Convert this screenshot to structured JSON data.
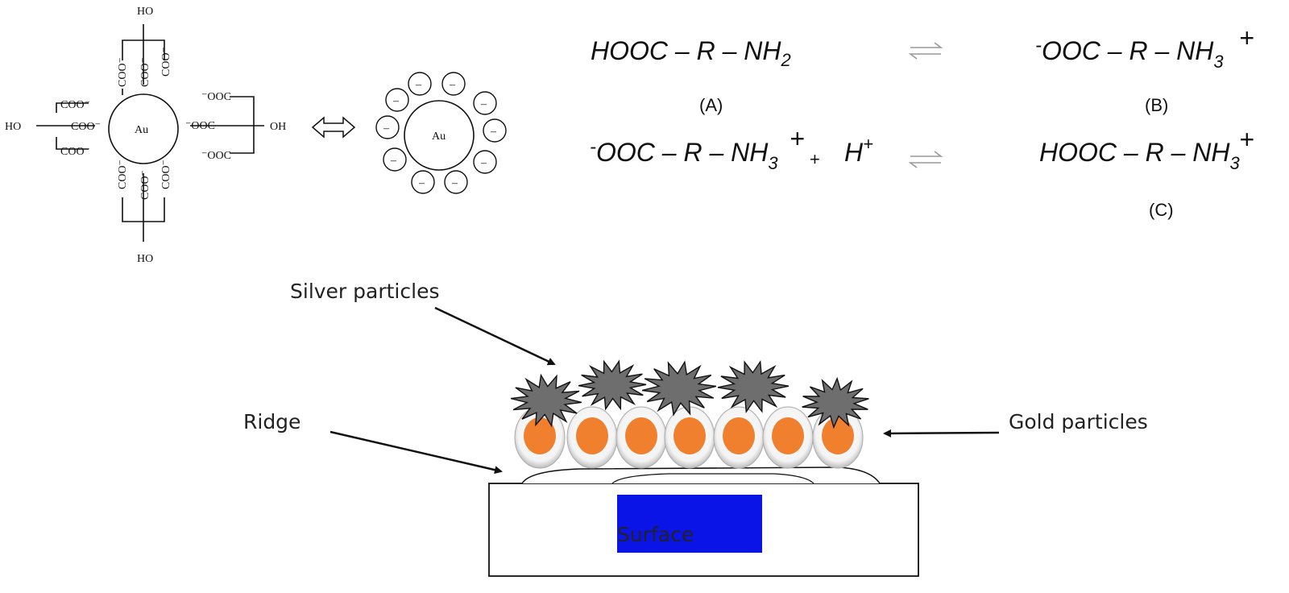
{
  "citrate_structure": {
    "core_label": "Au",
    "hydroxyl": "HO",
    "hydroxyl_right": "OH",
    "carboxylate": "COO⁻",
    "carboxylate_left": "⁻OOC",
    "charged_core_label": "Au",
    "negative_charge": "–"
  },
  "equations": {
    "eq1_left": "HOOC – R – NH",
    "eq1_left_sub": "2",
    "eq1_right_prefix": "-",
    "eq1_right": "OOC – R – NH",
    "eq1_right_sub": "3",
    "eq1_right_sup": "+",
    "label_a": "(A)",
    "label_b": "(B)",
    "eq2_left_prefix": "-",
    "eq2_left": "OOC – R – NH",
    "eq2_left_sub": "3",
    "eq2_left_sup": "+",
    "plus": "+",
    "proton": "H",
    "proton_sup": "+",
    "eq2_right": "HOOC – R – NH",
    "eq2_right_sub": "3",
    "eq2_right_sup": "+",
    "label_c": "(C)"
  },
  "surface_diagram": {
    "silver_label": "Silver particles",
    "gold_label": "Gold particles",
    "ridge_label": "Ridge",
    "surface_label": "Surface",
    "colors": {
      "gold_core": "#f07f2e",
      "silver": "#6e6e6e",
      "surface_box": "#0a14e6"
    }
  }
}
